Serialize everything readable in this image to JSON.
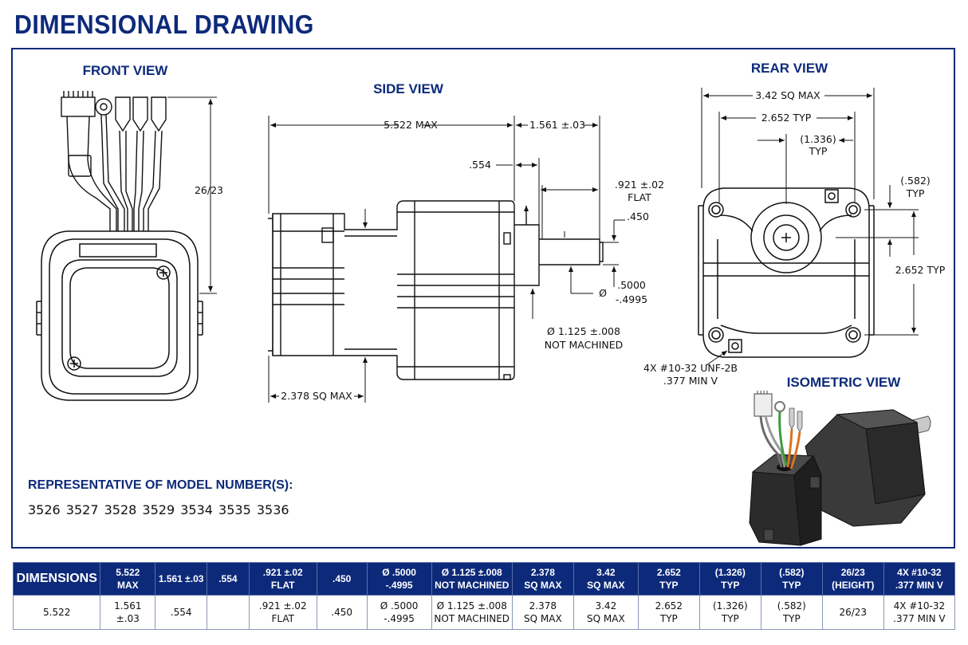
{
  "title": "DIMENSIONAL DRAWING",
  "views": {
    "front": "FRONT VIEW",
    "side": "SIDE VIEW",
    "rear": "REAR VIEW",
    "isometric": "ISOMETRIC VIEW"
  },
  "callouts": {
    "front_height": "26/23",
    "side_length": "5.522 MAX",
    "side_shaft_length": "1.561 ±.03",
    "side_pilot": ".554",
    "side_flat": ".921 ±.02",
    "side_flat_label": "FLAT",
    "side_shaft_flat": ".450",
    "side_shaft_dia_symbol": "Ø",
    "side_shaft_dia_1": ".5000",
    "side_shaft_dia_2": "-.4995",
    "side_pilot_dia": "Ø 1.125 ±.008",
    "side_pilot_note": "NOT MACHINED",
    "side_square": "2.378 SQ MAX",
    "rear_sq_max": "3.42 SQ MAX",
    "rear_typ_top": "2.652 TYP",
    "rear_offset": "(1.336)",
    "rear_offset_typ": "TYP",
    "rear_right_offset": "(.582)",
    "rear_right_typ": "TYP",
    "rear_typ_right": "2.652 TYP",
    "rear_tap": "4X #10-32 UNF-2B",
    "rear_tap_depth": ".377 MIN V"
  },
  "models": {
    "heading": "REPRESENTATIVE OF MODEL NUMBER(S):",
    "numbers": "3526  3527  3528  3529  3534  3535  3536"
  },
  "table": {
    "headers": [
      "DIMENSIONS",
      "5.522\nMAX",
      "1.561 ±.03",
      ".554",
      ".921 ±.02\nFLAT",
      ".450",
      "Ø .5000\n-.4995",
      "Ø 1.125 ±.008\nNOT MACHINED",
      "2.378\nSQ MAX",
      "3.42\nSQ MAX",
      "2.652\nTYP",
      "(1.326)\nTYP",
      "(.582)\nTYP",
      "26/23\n(HEIGHT)",
      "4X #10-32\n.377 MIN V"
    ],
    "values": [
      "5.522",
      "1.561 ±.03",
      ".554",
      "",
      ".921 ±.02\nFLAT",
      ".450",
      "Ø .5000\n-.4995",
      "Ø 1.125 ±.008\nNOT MACHINED",
      "2.378\nSQ MAX",
      "3.42\nSQ MAX",
      "2.652\nTYP",
      "(1.326)\nTYP",
      "(.582)\nTYP",
      "26/23",
      "4X #10-32\n.377 MIN V"
    ]
  },
  "colors": {
    "brand_blue": "#0d2a7a",
    "wire_orange": "#d9731f",
    "wire_green": "#3f9a3a",
    "motor_body": "#2b2b2b"
  }
}
